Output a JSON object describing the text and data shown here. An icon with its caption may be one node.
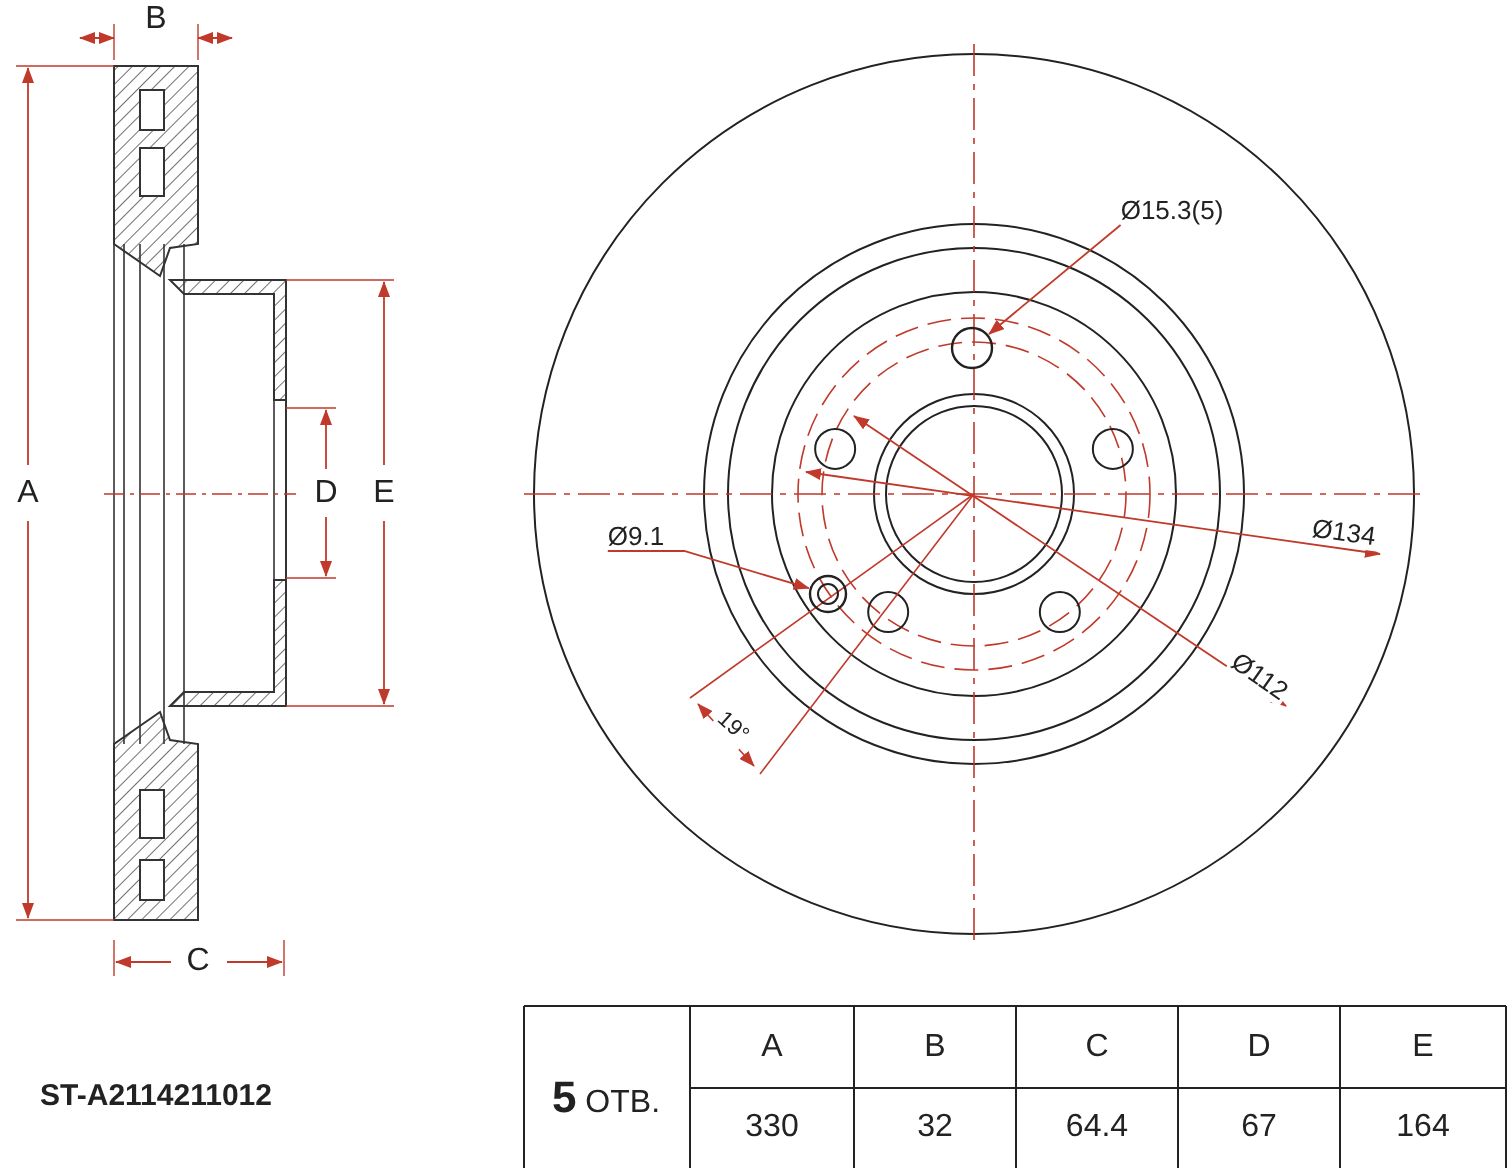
{
  "diagram": {
    "nodes": [
      {
        "text": [
          "Ø15.3(5)"
        ]
      },
      {
        "text": [],
        "shape": "circle"
      },
      {
        "text": [
          "Ø9.1"
        ]
      },
      {
        "text": [],
        "shape": "circle"
      }
    ],
    "edges": [
      {
        "from": 0,
        "to": 1,
        "arrow": "to"
      },
      {
        "from": 2,
        "to": 3,
        "arrow": "to"
      }
    ],
    "labels": [
      "B",
      "A",
      "D",
      "E",
      "Ø134",
      "Ø112",
      "19°",
      "C",
      "ST-A2114211012",
      "**5** ОТВ.",
      "A",
      "B",
      "C",
      "D",
      "E",
      "330",
      "32",
      "64.4",
      "67",
      "164"
    ]
  }
}
